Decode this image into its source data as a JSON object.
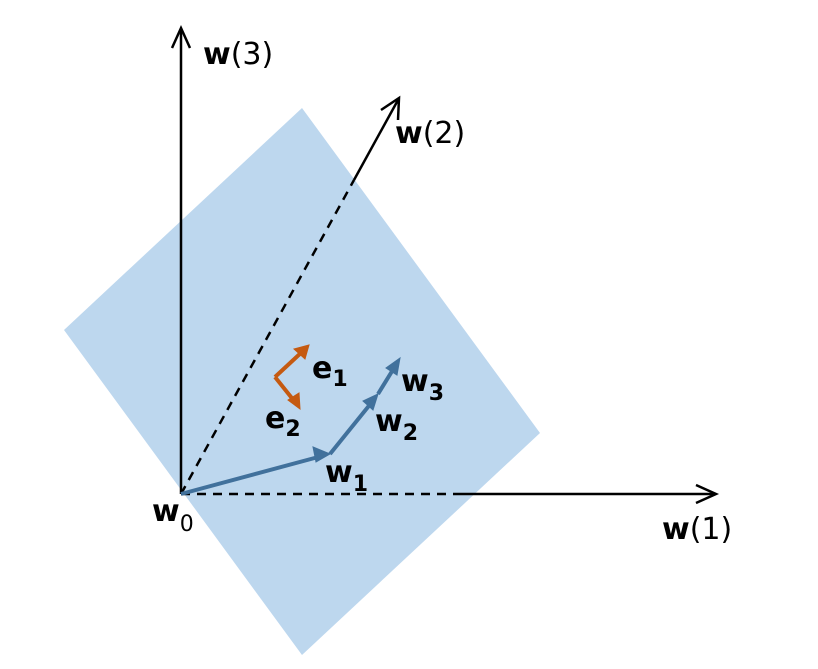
{
  "colors": {
    "plane": "#bdd7ee",
    "axis": "#000000",
    "path": "#41719c",
    "basis": "#c55a11"
  },
  "axes": {
    "x1": {
      "symbol": "w",
      "index": "(1)"
    },
    "x2": {
      "symbol": "w",
      "index": "(2)"
    },
    "x3": {
      "symbol": "w",
      "index": "(3)"
    }
  },
  "points": {
    "w0": {
      "symbol": "w",
      "sub": "0"
    },
    "w1": {
      "symbol": "w",
      "sub": "1"
    },
    "w2": {
      "symbol": "w",
      "sub": "2"
    },
    "w3": {
      "symbol": "w",
      "sub": "3"
    }
  },
  "basis": {
    "e1": {
      "symbol": "e",
      "sub": "1"
    },
    "e2": {
      "symbol": "e",
      "sub": "2"
    }
  }
}
